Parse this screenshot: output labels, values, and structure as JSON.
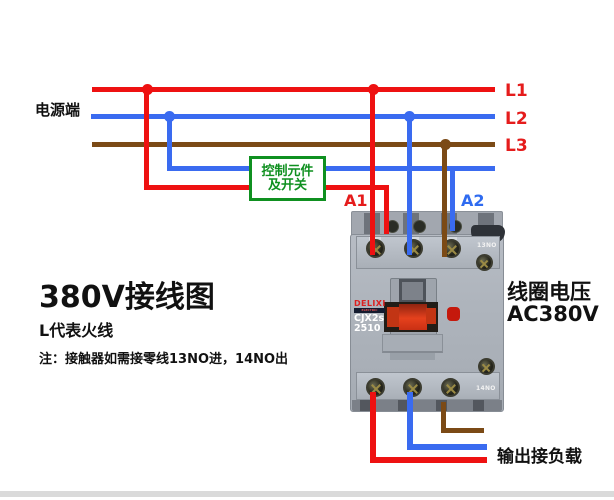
{
  "colors": {
    "line_red": "#ee1111",
    "line_blue": "#3a6bf0",
    "line_brown": "#7b4a16",
    "control_green": "#0f9020",
    "label_red": "#e51c1c",
    "label_blue": "#2f6bf0",
    "text_black": "#1a1a1a"
  },
  "power": {
    "label": "电源端"
  },
  "lines": {
    "l1": "L1",
    "l2": "L2",
    "l3": "L3"
  },
  "control_box": {
    "line1": "控制元件",
    "line2": "及开关"
  },
  "coil_terminals": {
    "a1": "A1",
    "a2": "A2"
  },
  "left_panel": {
    "title": "380V接线图",
    "subtitle": "L代表火线",
    "note": "注：接触器如需接零线13NO进，14NO出"
  },
  "right_panel": {
    "coil_voltage_line1": "线圈电压",
    "coil_voltage_line2": "AC380V",
    "output_label": "输出接负载"
  },
  "contactor": {
    "brand": "DELIXI",
    "brand_sub": "ELECTRIC",
    "model": "CJX2s",
    "model_number": "2510",
    "aux_top": "13NO",
    "aux_bottom": "14NO"
  }
}
